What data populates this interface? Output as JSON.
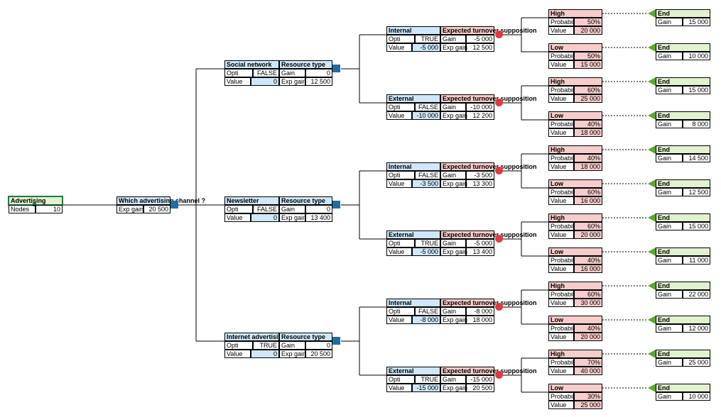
{
  "root": {
    "title": "Advertising",
    "nodes_label": "Nodes",
    "nodes_value": "10"
  },
  "decision": {
    "title": "Which advertising channel ?",
    "exp_gain_label": "Exp gain",
    "exp_gain_value": "20 500"
  },
  "labels": {
    "opti": "Opti",
    "value": "Value",
    "gain": "Gain",
    "exp_gain": "Exp gain",
    "resource_type": "Resource type",
    "expected_turnover": "Expected turnover supposition",
    "probability": "Probabil",
    "end": "End"
  },
  "channels": [
    {
      "name": "Social network",
      "opti": "FALSE",
      "value": "0",
      "gain": "0",
      "exp_gain": "12 500",
      "resources": [
        {
          "name": "Internal",
          "opti": "TRUE",
          "value": "-5 000",
          "gain": "-5 000",
          "exp_gain": "12 500",
          "outcomes": [
            {
              "name": "High",
              "prob": "50%",
              "value": "20 000",
              "end_gain": "15 000"
            },
            {
              "name": "Low",
              "prob": "50%",
              "value": "15 000",
              "end_gain": "10 000"
            }
          ]
        },
        {
          "name": "External",
          "opti": "FALSE",
          "value": "-10 000",
          "gain": "-10 000",
          "exp_gain": "12 200",
          "outcomes": [
            {
              "name": "High",
              "prob": "60%",
              "value": "25 000",
              "end_gain": "15 000"
            },
            {
              "name": "Low",
              "prob": "40%",
              "value": "18 000",
              "end_gain": "8 000"
            }
          ]
        }
      ]
    },
    {
      "name": "Newsletter",
      "opti": "FALSE",
      "value": "0",
      "gain": "0",
      "exp_gain": "13 400",
      "resources": [
        {
          "name": "Internal",
          "opti": "FALSE",
          "value": "-3 500",
          "gain": "-3 500",
          "exp_gain": "13 300",
          "outcomes": [
            {
              "name": "High",
              "prob": "40%",
              "value": "18 000",
              "end_gain": "14 500"
            },
            {
              "name": "Low",
              "prob": "60%",
              "value": "16 000",
              "end_gain": "12 500"
            }
          ]
        },
        {
          "name": "External",
          "opti": "TRUE",
          "value": "-5 000",
          "gain": "-5 000",
          "exp_gain": "13 400",
          "outcomes": [
            {
              "name": "High",
              "prob": "60%",
              "value": "20 000",
              "end_gain": "15 000"
            },
            {
              "name": "Low",
              "prob": "40%",
              "value": "16 000",
              "end_gain": "11 000"
            }
          ]
        }
      ]
    },
    {
      "name": "Internet advertising",
      "opti": "TRUE",
      "value": "0",
      "gain": "0",
      "exp_gain": "20 500",
      "resources": [
        {
          "name": "Internal",
          "opti": "FALSE",
          "value": "-8 000",
          "gain": "-8 000",
          "exp_gain": "18 000",
          "outcomes": [
            {
              "name": "High",
              "prob": "60%",
              "value": "30 000",
              "end_gain": "22 000"
            },
            {
              "name": "Low",
              "prob": "40%",
              "value": "20 000",
              "end_gain": "12 000"
            }
          ]
        },
        {
          "name": "External",
          "opti": "TRUE",
          "value": "-15 000",
          "gain": "-15 000",
          "exp_gain": "20 500",
          "outcomes": [
            {
              "name": "High",
              "prob": "70%",
              "value": "40 000",
              "end_gain": "25 000"
            },
            {
              "name": "Low",
              "prob": "30%",
              "value": "25 000",
              "end_gain": "10 000"
            }
          ]
        }
      ]
    }
  ],
  "colors": {
    "decision_node": "#1f6ea3",
    "chance_node": "#e03a3e",
    "end_node": "#5aa82e",
    "blue_fill": "#cfe7f8",
    "pink_fill": "#f6cccc",
    "green_fill": "#e2f1cf"
  }
}
